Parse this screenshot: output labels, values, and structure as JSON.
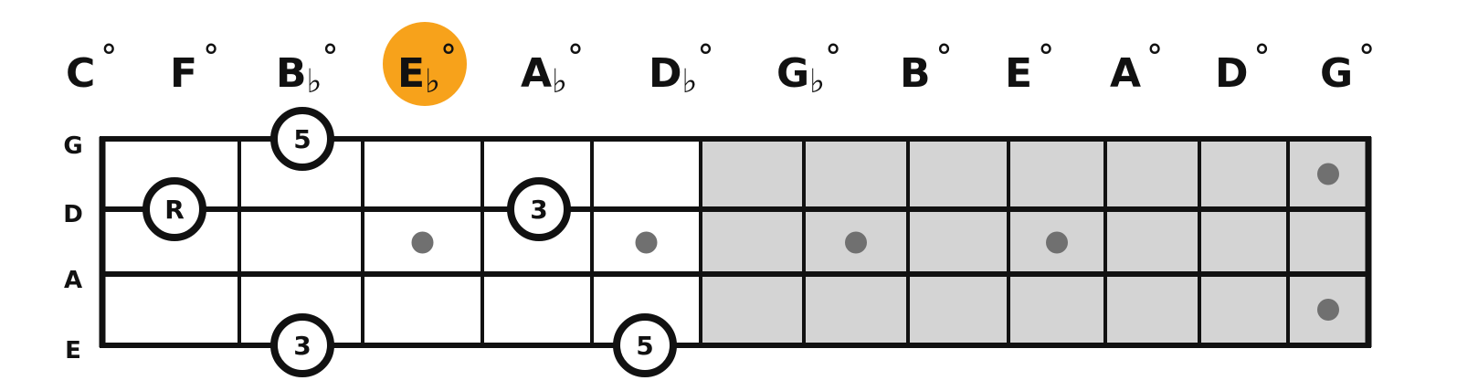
{
  "key_row": [
    {
      "letter": "C",
      "accidental": "",
      "symbol": "°",
      "highlight": false
    },
    {
      "letter": "F",
      "accidental": "",
      "symbol": "°",
      "highlight": false
    },
    {
      "letter": "B",
      "accidental": "♭",
      "symbol": "°",
      "highlight": false
    },
    {
      "letter": "E",
      "accidental": "♭",
      "symbol": "°",
      "highlight": true
    },
    {
      "letter": "A",
      "accidental": "♭",
      "symbol": "°",
      "highlight": false
    },
    {
      "letter": "D",
      "accidental": "♭",
      "symbol": "°",
      "highlight": false
    },
    {
      "letter": "G",
      "accidental": "♭",
      "symbol": "°",
      "highlight": false
    },
    {
      "letter": "B",
      "accidental": "",
      "symbol": "°",
      "highlight": false
    },
    {
      "letter": "E",
      "accidental": "",
      "symbol": "°",
      "highlight": false
    },
    {
      "letter": "A",
      "accidental": "",
      "symbol": "°",
      "highlight": false
    },
    {
      "letter": "D",
      "accidental": "",
      "symbol": "°",
      "highlight": false
    },
    {
      "letter": "G",
      "accidental": "",
      "symbol": "°",
      "highlight": false
    }
  ],
  "strings": [
    "G",
    "D",
    "A",
    "E"
  ],
  "markers": [
    {
      "label": "5",
      "string": "G",
      "fret": 1
    },
    {
      "label": "R",
      "string": "D",
      "fret": 0
    },
    {
      "label": "3",
      "string": "D",
      "fret": 3
    },
    {
      "label": "3",
      "string": "E",
      "fret": 1
    },
    {
      "label": "5",
      "string": "E",
      "fret": 4
    }
  ],
  "colors": {
    "highlight": "#F7A21B",
    "line": "#111111",
    "shade": "#D4D4D4",
    "inlay": "#707070"
  }
}
